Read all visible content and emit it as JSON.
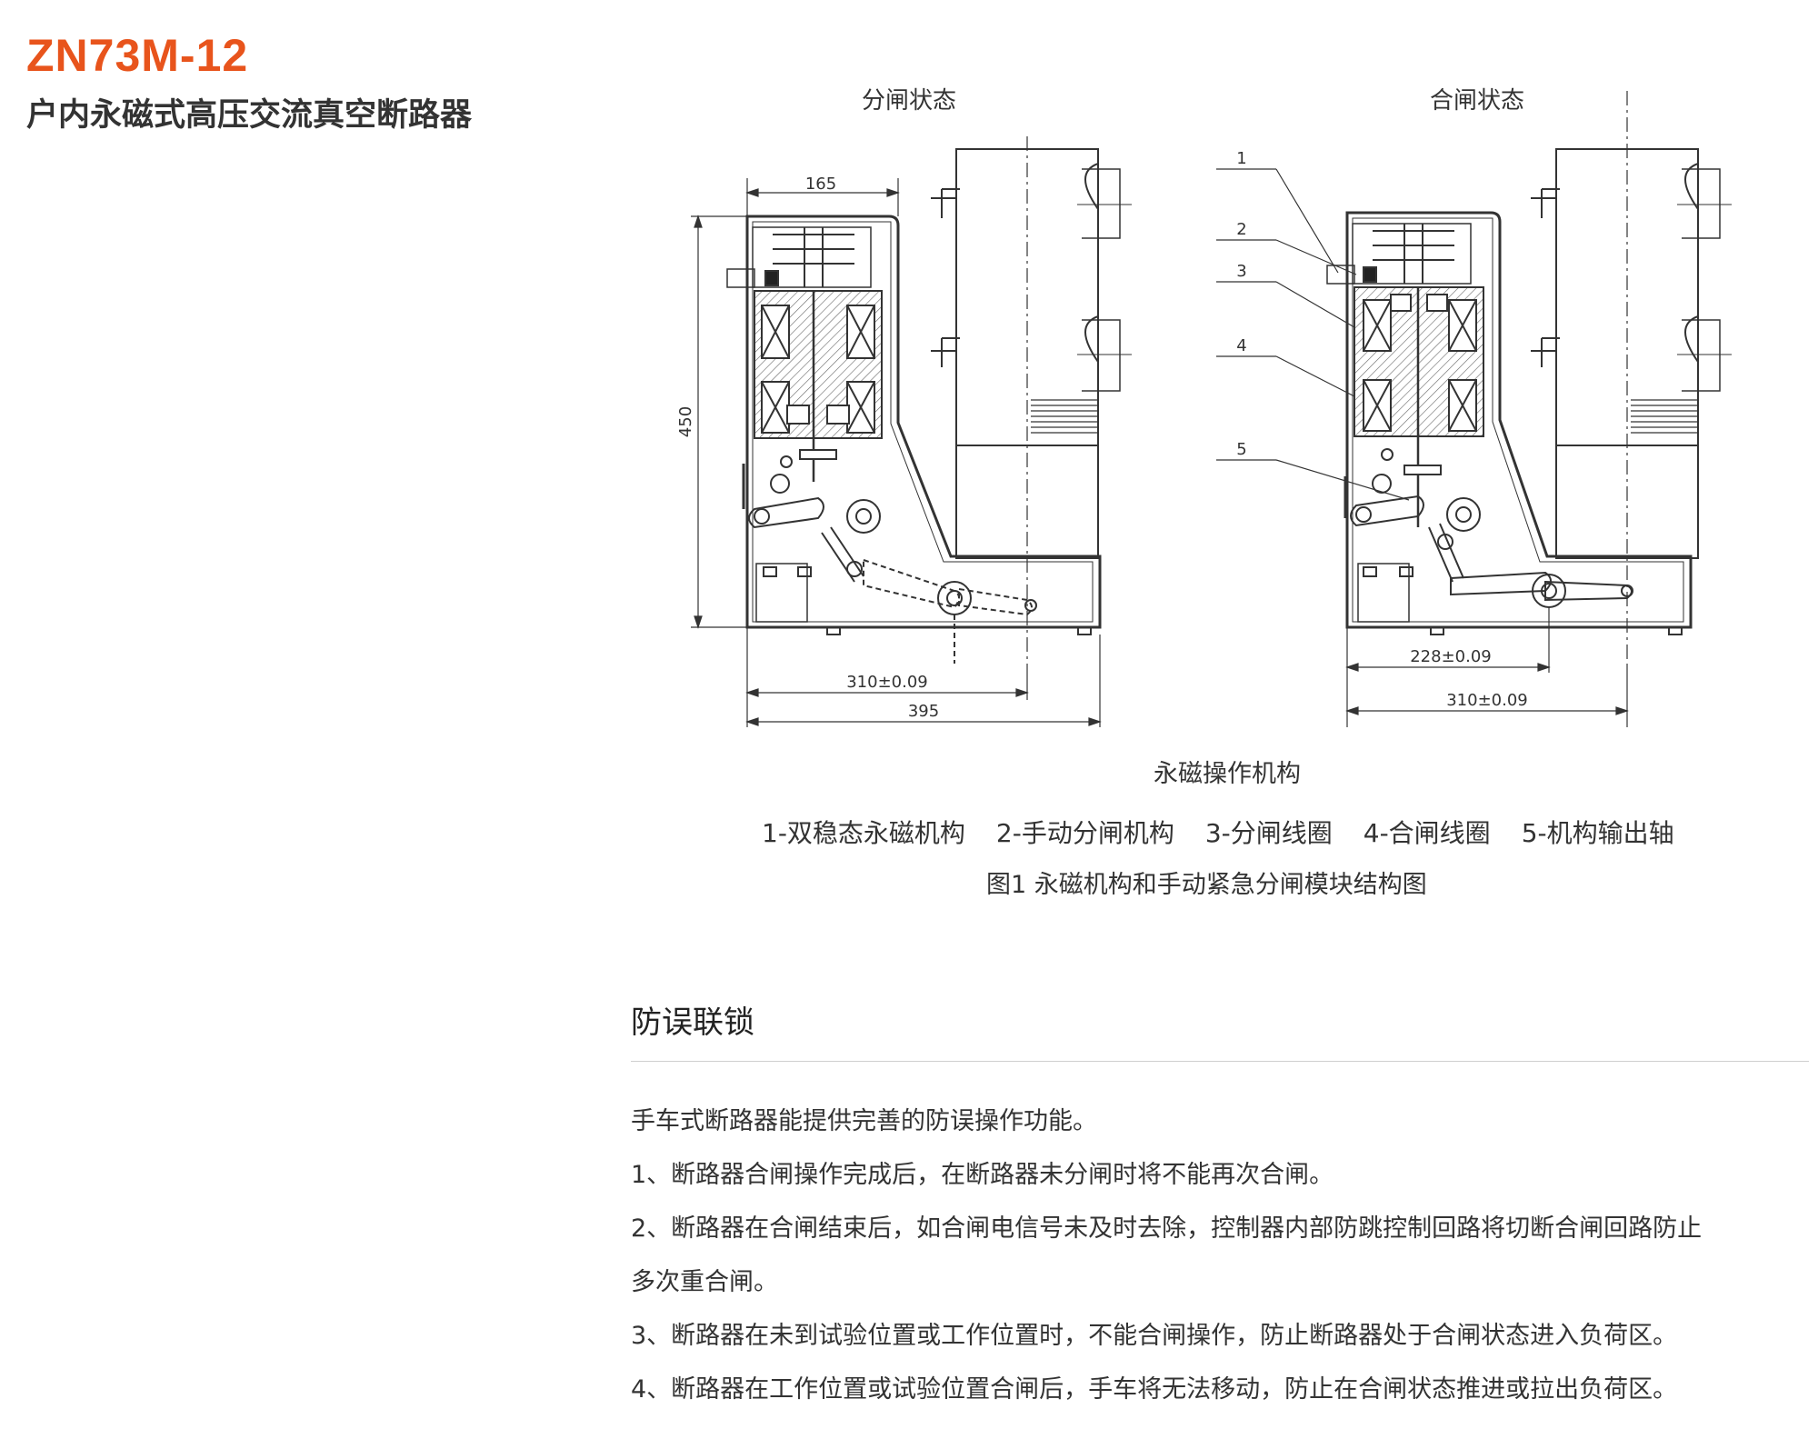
{
  "product": {
    "model": "ZN73M-12",
    "subtitle": "户内永磁式高压交流真空断路器"
  },
  "figure": {
    "left_state_label": "分闸状态",
    "right_state_label": "合闸状态",
    "dimensions": {
      "width_top": "165",
      "height": "450",
      "left_span_1": "310±0.09",
      "left_span_2": "395",
      "right_span_1": "228±0.09",
      "right_span_2": "310±0.09"
    },
    "callouts": [
      "1",
      "2",
      "3",
      "4",
      "5"
    ],
    "caption_mechanism": "永磁操作机构",
    "legend": [
      "1-双稳态永磁机构",
      "2-手动分闸机构",
      "3-分闸线圈",
      "4-合闸线圈",
      "5-机构输出轴"
    ],
    "caption_figure": "图1 永磁机构和手动紧急分闸模块结构图"
  },
  "section": {
    "title": "防误联锁",
    "paragraphs": [
      "手车式断路器能提供完善的防误操作功能。",
      "1、断路器合闸操作完成后，在断路器未分闸时将不能再次合闸。",
      "2、断路器在合闸结束后，如合闸电信号未及时去除，控制器内部防跳控制回路将切断合闸回路防止",
      "多次重合闸。",
      "3、断路器在未到试验位置或工作位置时，不能合闸操作，防止断路器处于合闸状态进入负荷区。",
      "4、断路器在工作位置或试验位置合闸后，手车将无法移动，防止在合闸状态推进或拉出负荷区。"
    ]
  }
}
